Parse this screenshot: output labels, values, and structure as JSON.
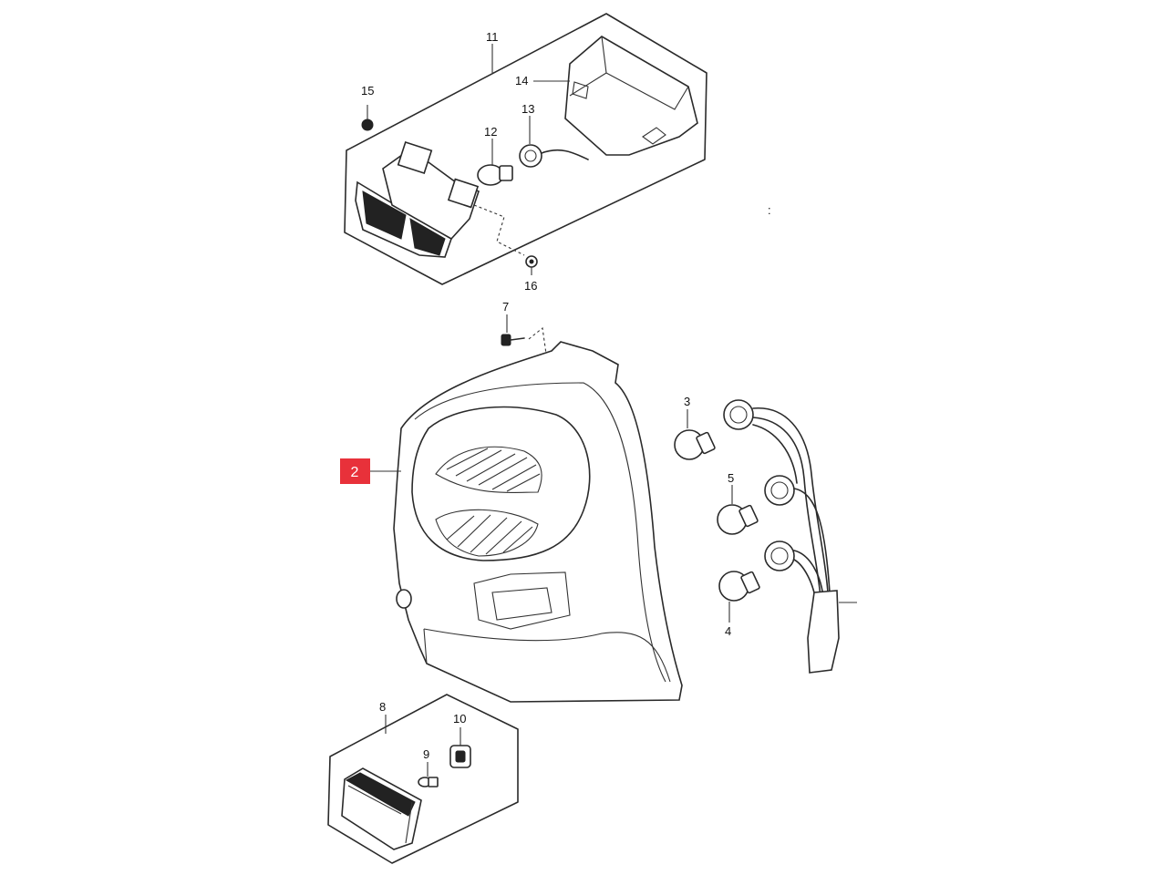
{
  "diagram": {
    "highlighted_callout": "2",
    "highlight_color": "#e8313a",
    "callouts": {
      "c3": "3",
      "c4": "4",
      "c5": "5",
      "c7": "7",
      "c8": "8",
      "c9": "9",
      "c10": "10",
      "c11": "11",
      "c12": "12",
      "c13": "13",
      "c14": "14",
      "c15": "15",
      "c16": "16"
    },
    "stray_mark": ":"
  }
}
